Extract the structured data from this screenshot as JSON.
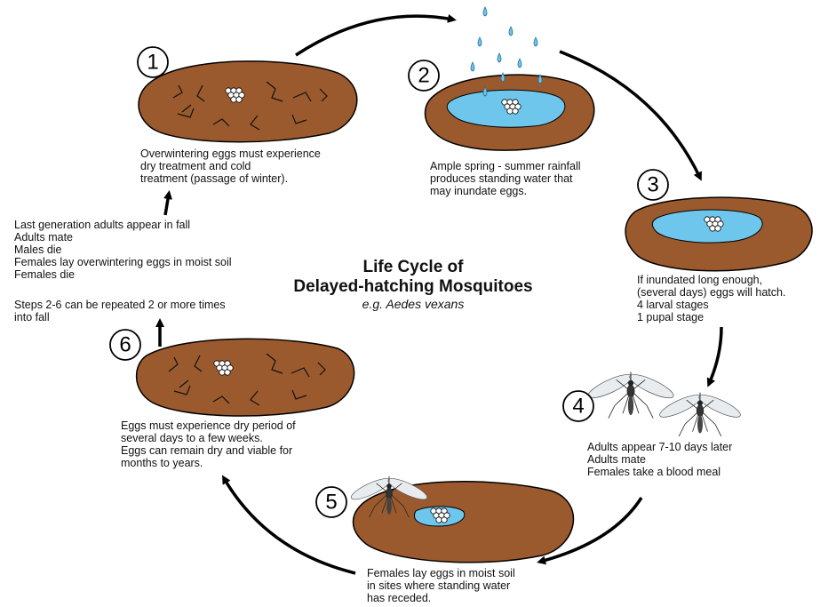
{
  "title": {
    "line1": "Life Cycle of",
    "line2": "Delayed-hatching Mosquitoes",
    "subtitle": "e.g. Aedes vexans"
  },
  "steps": [
    {
      "number": "1",
      "lines": [
        "Overwintering eggs must experience",
        "dry treatment and cold",
        "treatment (passage of winter)."
      ]
    },
    {
      "number": "2",
      "lines": [
        "Ample spring - summer rainfall",
        "produces standing water that",
        "may inundate eggs."
      ]
    },
    {
      "number": "3",
      "lines": [
        "If inundated long enough,",
        "(several days) eggs will hatch.",
        "4 larval stages",
        "1 pupal stage"
      ]
    },
    {
      "number": "4",
      "lines": [
        "Adults appear 7-10 days later",
        "Adults mate",
        "Females take a blood meal"
      ]
    },
    {
      "number": "5",
      "lines": [
        "Females lay eggs in moist soil",
        "in sites where standing water",
        "has receded."
      ]
    },
    {
      "number": "6",
      "lines": [
        "Eggs must experience dry period of",
        "several days to a few weeks.",
        "Eggs can remain dry and viable for",
        "months to years."
      ]
    }
  ],
  "fall_notes": {
    "lines": [
      "Last generation adults appear in fall",
      "Adults mate",
      "Males die",
      "Females lay overwintering eggs in moist soil",
      "Females die"
    ],
    "repeat_lines": [
      "Steps 2-6 can be repeated 2 or more times",
      "into fall"
    ]
  },
  "colors": {
    "soil": "#9b5a2e",
    "water": "#6ec6ec",
    "outline": "#000000",
    "egg": "#ffffff"
  }
}
